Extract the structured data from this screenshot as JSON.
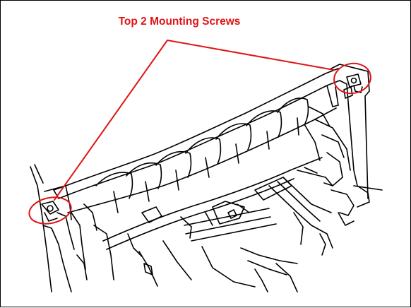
{
  "figure": {
    "callout_label": "Top 2 Mounting Screws",
    "callout_color": "#e01414",
    "line_color": "#000000",
    "markers": [
      {
        "name": "left-screw",
        "target": "left mounting screw"
      },
      {
        "name": "right-screw",
        "target": "right mounting screw"
      }
    ]
  }
}
